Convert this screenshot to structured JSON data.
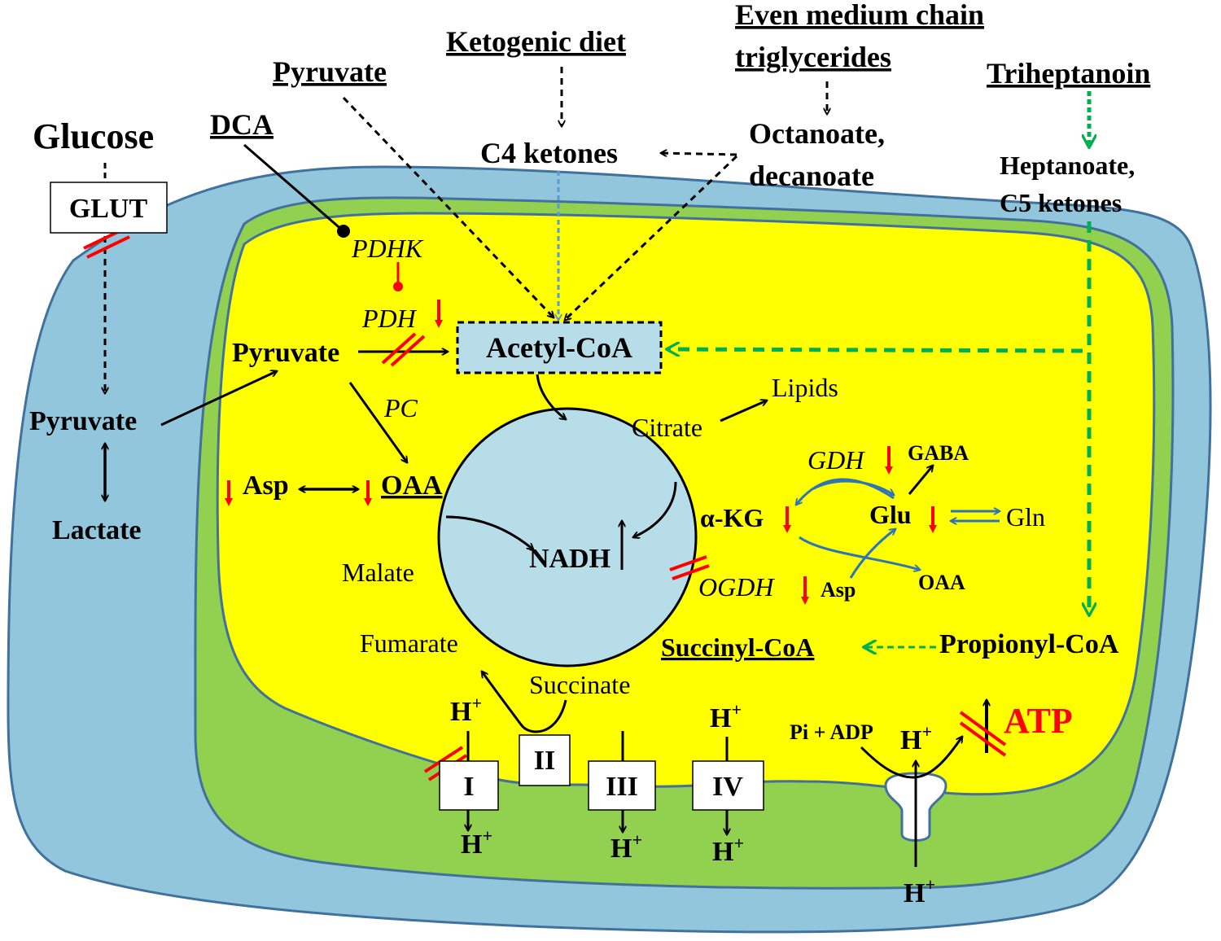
{
  "colors": {
    "cytoplasm": "#92c6dc",
    "outer_membrane": "#92d050",
    "matrix": "#ffff00",
    "tca_circle": "#b7dde8",
    "green_arrow": "#00b050",
    "blue_arrow": "#2e75b6",
    "inhibit": "#ff0000"
  },
  "labels": {
    "glucose": "Glucose",
    "glut": "GLUT",
    "dca": "DCA",
    "pyruvate_top": "Pyruvate",
    "ketogenic_diet": "Ketogenic diet",
    "emct_line1": "Even medium chain",
    "emct_line2": "triglycerides",
    "triheptanoin": "Triheptanoin",
    "c4_ketones": "C4 ketones",
    "octanoate_line1": "Octanoate,",
    "octanoate_line2": "decanoate",
    "heptanoate_line1": "Heptanoate,",
    "heptanoate_line2": "C5 ketones",
    "pdhk": "PDHK",
    "pdh": "PDH",
    "pyruvate_mito": "Pyruvate",
    "acetyl_coa": "Acetyl-CoA",
    "pyruvate_cyto": "Pyruvate",
    "lactate": "Lactate",
    "pc": "PC",
    "asp": "Asp",
    "oaa": "OAA",
    "citrate": "Citrate",
    "lipids": "Lipids",
    "gdh": "GDH",
    "gaba": "GABA",
    "akg": "α-KG",
    "glu": "Glu",
    "gln": "Gln",
    "nadh": "NADH",
    "malate": "Malate",
    "ogdh": "OGDH",
    "asp_small": "Asp",
    "oaa_small": "OAA",
    "fumarate": "Fumarate",
    "succinyl_coa": "Succinyl-CoA",
    "propionyl_coa": "Propionyl-CoA",
    "succinate": "Succinate",
    "h_plus": "H",
    "plus": "+",
    "complex_1": "I",
    "complex_2": "II",
    "complex_3": "III",
    "complex_4": "IV",
    "pi_adp": "Pi + ADP",
    "atp": "ATP"
  }
}
